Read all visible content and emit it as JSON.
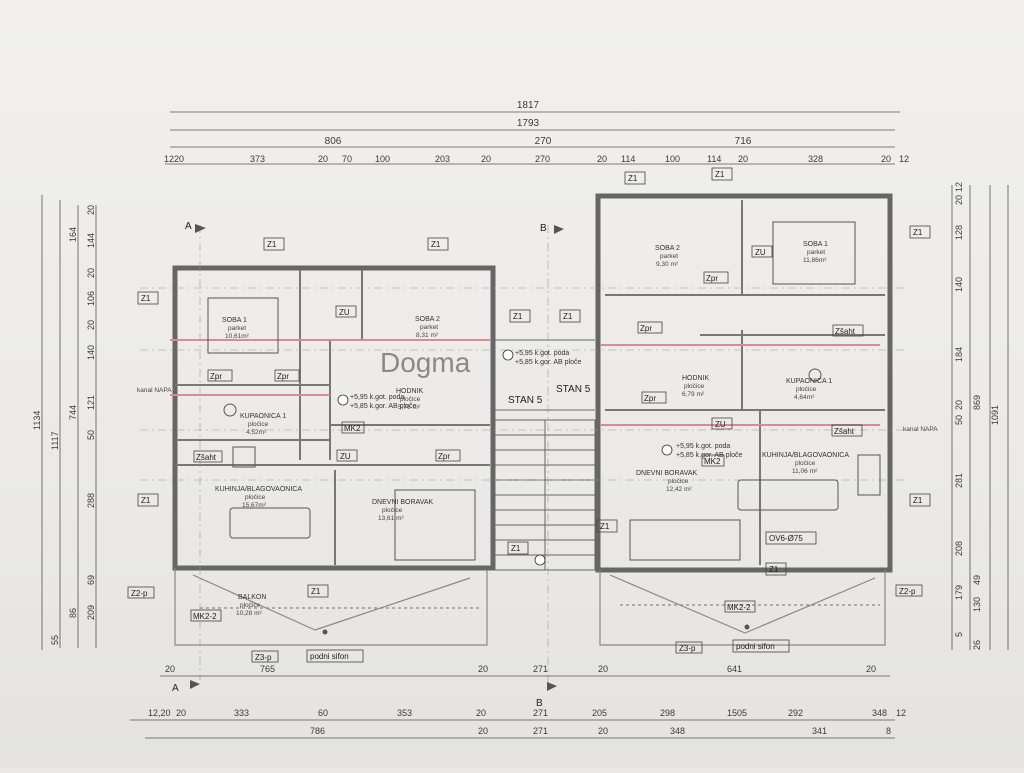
{
  "dimensions": {
    "top_rows": [
      [
        "1817"
      ],
      [
        "1793"
      ],
      [
        "806",
        "270",
        "716"
      ],
      [
        "12",
        "20",
        "373",
        "20",
        "70",
        "100",
        "203",
        "20",
        "270",
        "20",
        "114",
        "100",
        "114",
        "20",
        "328",
        "20",
        "12"
      ]
    ],
    "bottom_rows": [
      [
        "20",
        "765",
        "20",
        "271",
        "20",
        "641",
        "20"
      ],
      [
        "12,20",
        "20",
        "333",
        "60",
        "353",
        "20",
        "271",
        "205",
        "298",
        "1505",
        "292",
        "348",
        "12"
      ],
      [
        "786",
        "20",
        "271",
        "20",
        "348",
        "341",
        "8"
      ]
    ],
    "left_vertical": [
      "1134",
      "1117",
      "744",
      "164",
      "20",
      "144",
      "20",
      "106",
      "20",
      "140",
      "121",
      "50",
      "288",
      "69",
      "209",
      "86",
      "55"
    ],
    "right_vertical": [
      "20",
      "12",
      "128",
      "140",
      "184",
      "869",
      "20",
      "50",
      "281",
      "1091",
      "208",
      "49",
      "179",
      "130",
      "5",
      "26"
    ]
  },
  "section_markers": [
    "A",
    "A",
    "B",
    "B"
  ],
  "apartment_label": "STAN 5",
  "level_notes": [
    "+5,95 k.got. poda",
    "+5,85 k.gor. AB ploče",
    "+5,95 k.got. poda",
    "+5,85 k.gor. AB ploče"
  ],
  "rooms_left": [
    {
      "name": "SOBA 1",
      "floor": "parket",
      "area": "10,61m²"
    },
    {
      "name": "SOBA 2",
      "floor": "parket",
      "area": "8,31 m²"
    },
    {
      "name": "HODNIK",
      "floor": "pločice",
      "area": "5,76 m²"
    },
    {
      "name": "KUPAONICA 1",
      "floor": "pločice",
      "area": "4,52m²"
    },
    {
      "name": "KUHINJA/BLAGOVAONICA",
      "floor": "pločice",
      "area": "15,67m²"
    },
    {
      "name": "DNEVNI BORAVAK",
      "floor": "pločice",
      "area": "13,61 m²"
    },
    {
      "name": "BALKON",
      "floor": "pločice",
      "area": "10,28 m²"
    }
  ],
  "rooms_right": [
    {
      "name": "SOBA 2",
      "floor": "parket",
      "area": "9,30 m²"
    },
    {
      "name": "SOBA 1",
      "floor": "parket",
      "area": "11,86m²"
    },
    {
      "name": "HODNIK",
      "floor": "pločice",
      "area": "6,79 m²"
    },
    {
      "name": "KUPAONICA 1",
      "floor": "pločice",
      "area": "4,64m²"
    },
    {
      "name": "DNEVNI BORAVAK",
      "floor": "pločice",
      "area": "12,42 m²"
    },
    {
      "name": "KUHINJA/BLAGOVAONICA",
      "floor": "pločice",
      "area": "11,06 m²"
    }
  ],
  "tags": {
    "z1": "Z1",
    "zpr": "Zpr",
    "zu": "ZU",
    "zsaht": "Zšaht",
    "mk2": "MK2",
    "mk2_2": "MK2-2",
    "z2p": "Z2-p",
    "z3p": "Z3-p",
    "ov6": "OV6-Ø75",
    "podni_sifon": "podni sifon",
    "kanal": "kanal NAPA"
  },
  "watermark": "Dogma"
}
